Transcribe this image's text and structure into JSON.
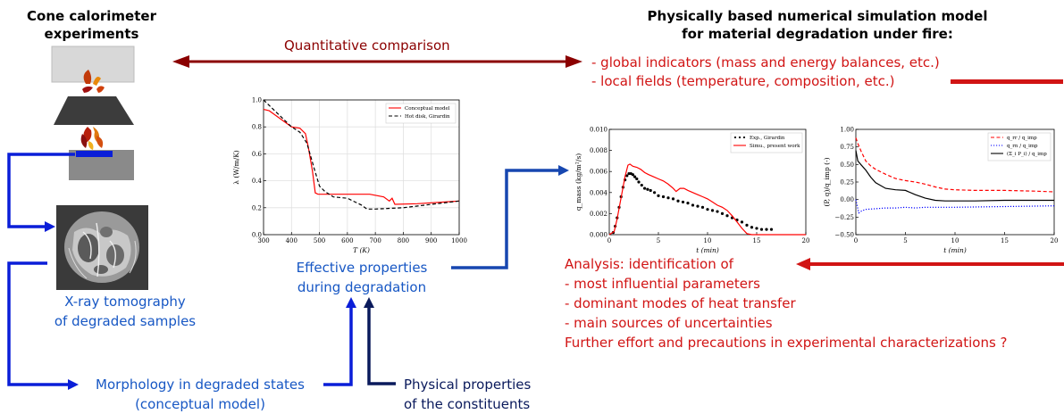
{
  "headers": {
    "cone_title": "Cone calorimeter\nexperiments",
    "model_title": "Physically based numerical simulation model\nfor material degradation under fire:"
  },
  "comparison_label": "Quantitative comparison",
  "indicators": [
    "- global indicators (mass and energy balances, etc.)",
    "- local fields (temperature, composition, etc.)"
  ],
  "xray_label": [
    "X-ray tomography",
    "of degraded samples"
  ],
  "morphology_label": [
    "Morphology in degraded states",
    "(conceptual model)"
  ],
  "effective_label": [
    "Effective properties",
    "during degradation"
  ],
  "physical_label": [
    "Physical properties",
    "of the constituents"
  ],
  "analysis": [
    "Analysis: identification of",
    "- most influential parameters",
    "- dominant modes of heat transfer",
    "- main sources of uncertainties",
    "Further effort and precautions in experimental characterizations ?"
  ],
  "colors": {
    "darkred": "#8b0000",
    "red": "#d11414",
    "blue": "#1757c4",
    "navy": "#0a1a5c"
  },
  "chart_data": [
    {
      "type": "line",
      "ylabel": "λ (W/m/K)",
      "xlabel": "T (K)",
      "xlim": [
        300,
        1000
      ],
      "ylim": [
        0,
        1.0
      ],
      "xticks": [
        "300",
        "400",
        "500",
        "600",
        "700",
        "800",
        "900",
        "1000"
      ],
      "yticks": [
        "0.0",
        "0.2",
        "0.4",
        "0.6",
        "0.8",
        "1.0"
      ],
      "legend_placement": "top-right",
      "series": [
        {
          "name": "Conceptual model",
          "color": "#ff0000",
          "dash": "solid",
          "x": [
            300,
            320,
            360,
            400,
            430,
            450,
            460,
            475,
            485,
            495,
            520,
            600,
            680,
            730,
            750,
            760,
            770,
            850,
            1000
          ],
          "y": [
            0.93,
            0.92,
            0.86,
            0.8,
            0.79,
            0.75,
            0.65,
            0.47,
            0.31,
            0.3,
            0.3,
            0.3,
            0.3,
            0.28,
            0.25,
            0.27,
            0.225,
            0.23,
            0.25
          ]
        },
        {
          "name": "Hot disk, Girardin",
          "color": "#000000",
          "dash": "dashed",
          "x": [
            300,
            350,
            400,
            430,
            455,
            480,
            500,
            520,
            550,
            600,
            650,
            670,
            700,
            800,
            1000
          ],
          "y": [
            1.0,
            0.9,
            0.8,
            0.76,
            0.68,
            0.5,
            0.36,
            0.32,
            0.28,
            0.27,
            0.22,
            0.19,
            0.19,
            0.2,
            0.25
          ]
        }
      ]
    },
    {
      "type": "line",
      "ylabel": "q_mass (kg/m²/s)",
      "xlabel": "t (min)",
      "xlim": [
        0,
        20
      ],
      "ylim": [
        0,
        0.01
      ],
      "xticks": [
        "0",
        "5",
        "10",
        "15",
        "20"
      ],
      "yticks": [
        "0.000",
        "0.002",
        "0.004",
        "0.006",
        "0.008",
        "0.010"
      ],
      "legend_placement": "top-right",
      "series": [
        {
          "name": "Exp., Girardin",
          "color": "#000000",
          "style": "dots",
          "x": [
            0.4,
            0.6,
            0.8,
            1.0,
            1.2,
            1.4,
            1.6,
            1.8,
            2.0,
            2.2,
            2.4,
            2.6,
            2.8,
            3.0,
            3.3,
            3.6,
            3.9,
            4.2,
            4.6,
            5.0,
            5.5,
            6.0,
            6.5,
            7.0,
            7.5,
            8.0,
            8.5,
            9.0,
            9.5,
            10.0,
            10.5,
            11.0,
            11.5,
            12.0,
            12.5,
            13.0,
            13.5,
            14.0,
            14.5,
            15.0,
            15.5,
            16.0,
            16.5
          ],
          "y": [
            0.0002,
            0.0008,
            0.0016,
            0.0026,
            0.0036,
            0.0045,
            0.0052,
            0.0056,
            0.0058,
            0.0058,
            0.0057,
            0.0055,
            0.0053,
            0.005,
            0.0047,
            0.0044,
            0.0043,
            0.0042,
            0.004,
            0.0037,
            0.0036,
            0.0035,
            0.0034,
            0.0032,
            0.0031,
            0.003,
            0.0028,
            0.0027,
            0.0026,
            0.0024,
            0.0023,
            0.0022,
            0.002,
            0.0018,
            0.0016,
            0.0014,
            0.0012,
            0.0009,
            0.0007,
            0.0006,
            0.0005,
            0.0005,
            0.0005
          ]
        },
        {
          "name": "Simu., present work",
          "color": "#ff0000",
          "style": "solid",
          "x": [
            0,
            0.5,
            0.8,
            1.2,
            1.6,
            1.9,
            2.1,
            2.4,
            2.8,
            3.2,
            3.6,
            4.0,
            4.5,
            5.0,
            5.5,
            6.0,
            6.5,
            6.8,
            7.2,
            7.6,
            8.0,
            8.5,
            9.0,
            9.5,
            10.0,
            10.5,
            11.0,
            11.5,
            12.0,
            12.5,
            13.0,
            13.5,
            14.0,
            14.5,
            20
          ],
          "y": [
            0,
            0.0003,
            0.0015,
            0.0035,
            0.0055,
            0.0066,
            0.0067,
            0.0065,
            0.0064,
            0.0062,
            0.0059,
            0.0057,
            0.0055,
            0.0053,
            0.0051,
            0.0048,
            0.0044,
            0.0041,
            0.0044,
            0.0044,
            0.0042,
            0.004,
            0.0038,
            0.0036,
            0.0034,
            0.0031,
            0.0028,
            0.0026,
            0.0023,
            0.0018,
            0.0012,
            0.0006,
            0.0001,
            0.0,
            0.0
          ]
        }
      ]
    },
    {
      "type": "line",
      "ylabel": "(P, q)/q_imp (-)",
      "xlabel": "t (min)",
      "xlim": [
        0,
        20
      ],
      "ylim": [
        -0.5,
        1.0
      ],
      "xticks": [
        "0",
        "5",
        "10",
        "15",
        "20"
      ],
      "yticks": [
        "−0.50",
        "−0.25",
        "0.00",
        "0.25",
        "0.50",
        "0.75",
        "1.00"
      ],
      "legend_placement": "top-right",
      "series": [
        {
          "name": "q_rr / q_imp",
          "color": "#ff0000",
          "dash": "dashed",
          "x": [
            0,
            0.2,
            0.5,
            1,
            1.5,
            2,
            3,
            4,
            5,
            6,
            7,
            8,
            9,
            10,
            12,
            15,
            18,
            20
          ],
          "y": [
            0.88,
            0.8,
            0.7,
            0.55,
            0.48,
            0.43,
            0.36,
            0.3,
            0.27,
            0.25,
            0.22,
            0.18,
            0.15,
            0.14,
            0.13,
            0.13,
            0.12,
            0.11
          ]
        },
        {
          "name": "q_rn / q_imp",
          "color": "#0000ff",
          "dash": "dotted",
          "x": [
            0,
            0.3,
            0.6,
            1,
            2,
            3,
            4,
            5,
            6,
            7,
            8,
            10,
            15,
            20
          ],
          "y": [
            0.0,
            -0.19,
            -0.16,
            -0.14,
            -0.13,
            -0.12,
            -0.12,
            -0.11,
            -0.12,
            -0.11,
            -0.11,
            -0.11,
            -0.1,
            -0.09
          ]
        },
        {
          "name": "(Σ_i P_i) / q_imp",
          "color": "#000000",
          "dash": "solid",
          "x": [
            0,
            0.2,
            0.5,
            1,
            1.5,
            2,
            3,
            4,
            5,
            6,
            7,
            8,
            9,
            10,
            12,
            15,
            20
          ],
          "y": [
            0.7,
            0.55,
            0.5,
            0.42,
            0.32,
            0.24,
            0.16,
            0.14,
            0.13,
            0.07,
            0.02,
            -0.01,
            -0.02,
            -0.02,
            -0.02,
            -0.01,
            -0.01
          ]
        }
      ]
    }
  ]
}
